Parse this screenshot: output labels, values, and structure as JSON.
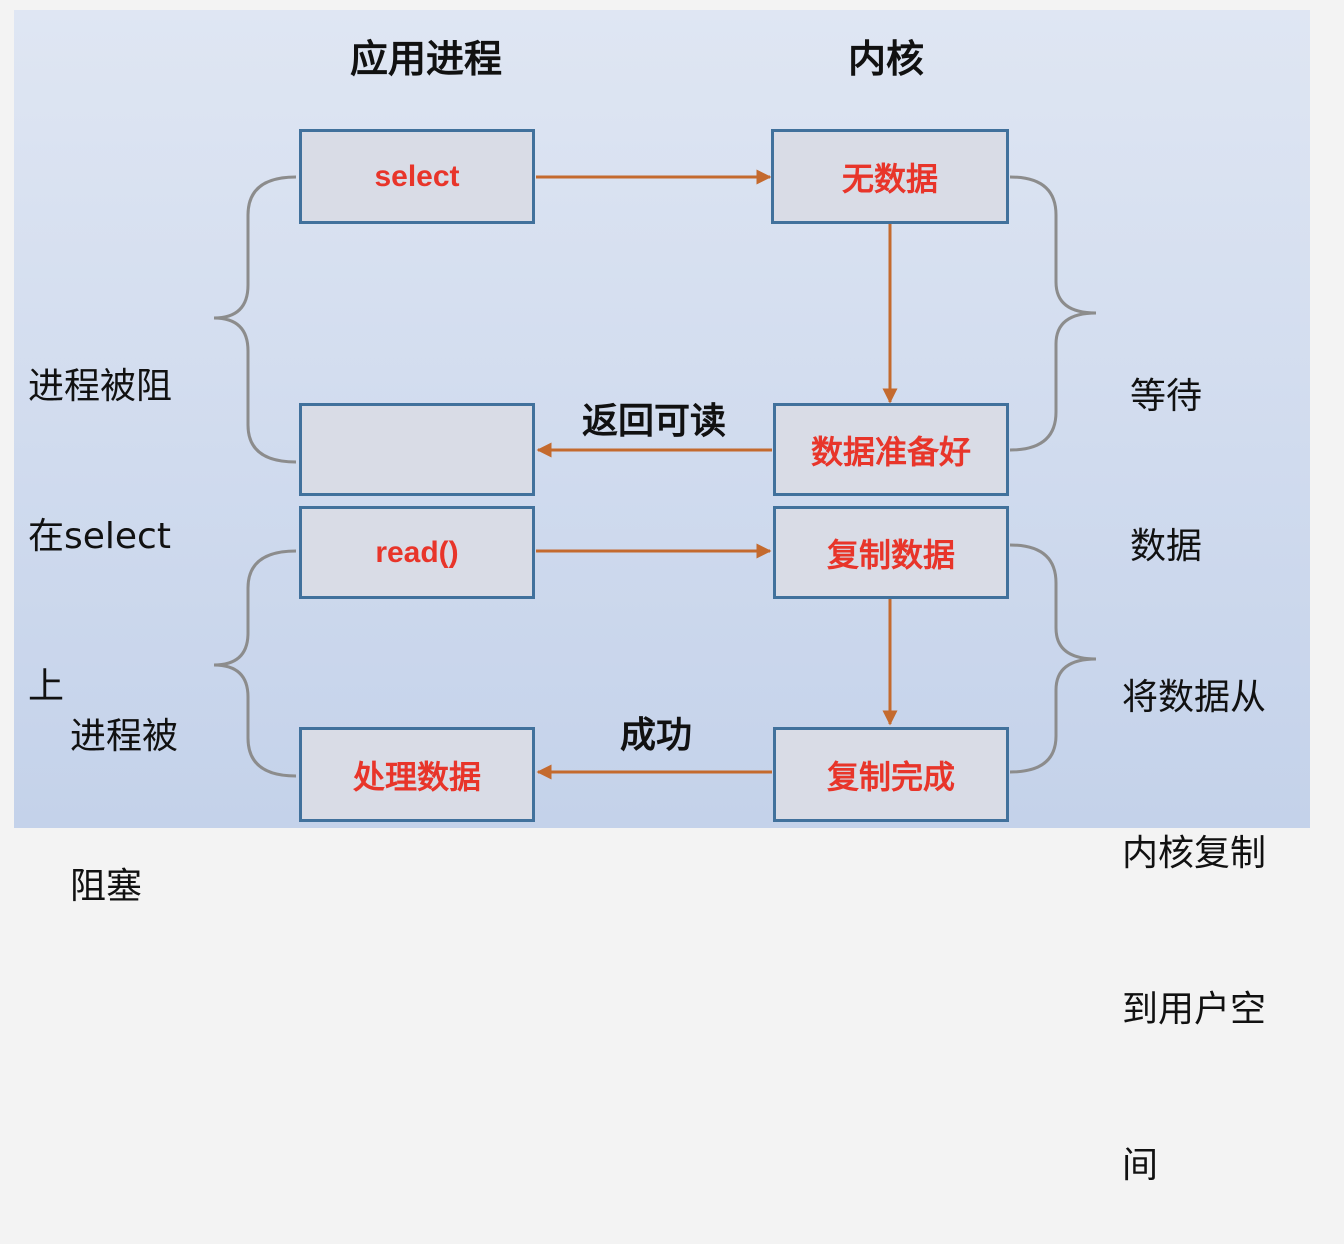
{
  "headers": {
    "app_process": "应用进程",
    "kernel": "内核"
  },
  "boxes": {
    "select": "select",
    "no_data": "无数据",
    "select_return": "",
    "data_ready": "数据准备好",
    "read": "read()",
    "copy_data": "复制数据",
    "process_data": "处理数据",
    "copy_done": "复制完成"
  },
  "arrow_labels": {
    "return_readable": "返回可读",
    "success": "成功"
  },
  "side_labels": {
    "blocked_select": [
      "进程被阻",
      "在select",
      "上"
    ],
    "wait_data": [
      "等待",
      "数据"
    ],
    "blocked": [
      "进程被",
      "阻塞"
    ],
    "copy_kernel_user": [
      "将数据从",
      "内核复制",
      "到用户空",
      "间"
    ]
  },
  "colors": {
    "box_fill": "#d9dce6",
    "box_border": "#41719c",
    "box_text": "#e8352a",
    "arrow": "#c46a2e",
    "brace": "#8c8c8c"
  }
}
